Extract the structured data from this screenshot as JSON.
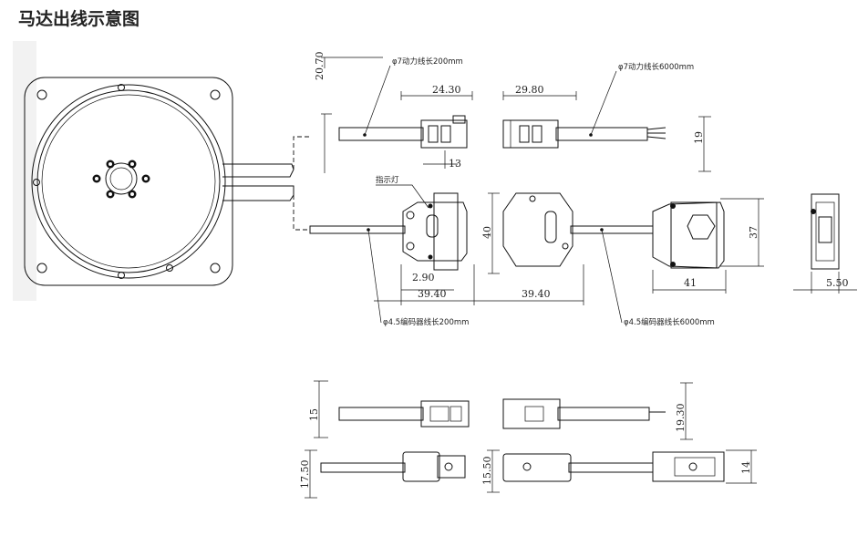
{
  "title": "马达出线示意图",
  "labels": {
    "power_short": "φ7动力线长200mm",
    "power_long": "φ7动力线长6000mm",
    "indicator": "指示灯",
    "encoder_short": "φ4.5编码器线长200mm",
    "encoder_long": "φ4.5编码器线长6000mm"
  },
  "dims": {
    "d_20_70": "20.70",
    "d_24_30": "24.30",
    "d_29_80": "29.80",
    "d_19": "19",
    "d_13": "13",
    "d_40": "40",
    "d_2_90": "2.90",
    "d_39_40_a": "39.40",
    "d_39_40_b": "39.40",
    "d_37": "37",
    "d_41": "41",
    "d_5_50": "5.50",
    "d_15": "15",
    "d_19_30": "19.30",
    "d_17_50": "17.50",
    "d_15_50": "15.50",
    "d_14": "14"
  }
}
